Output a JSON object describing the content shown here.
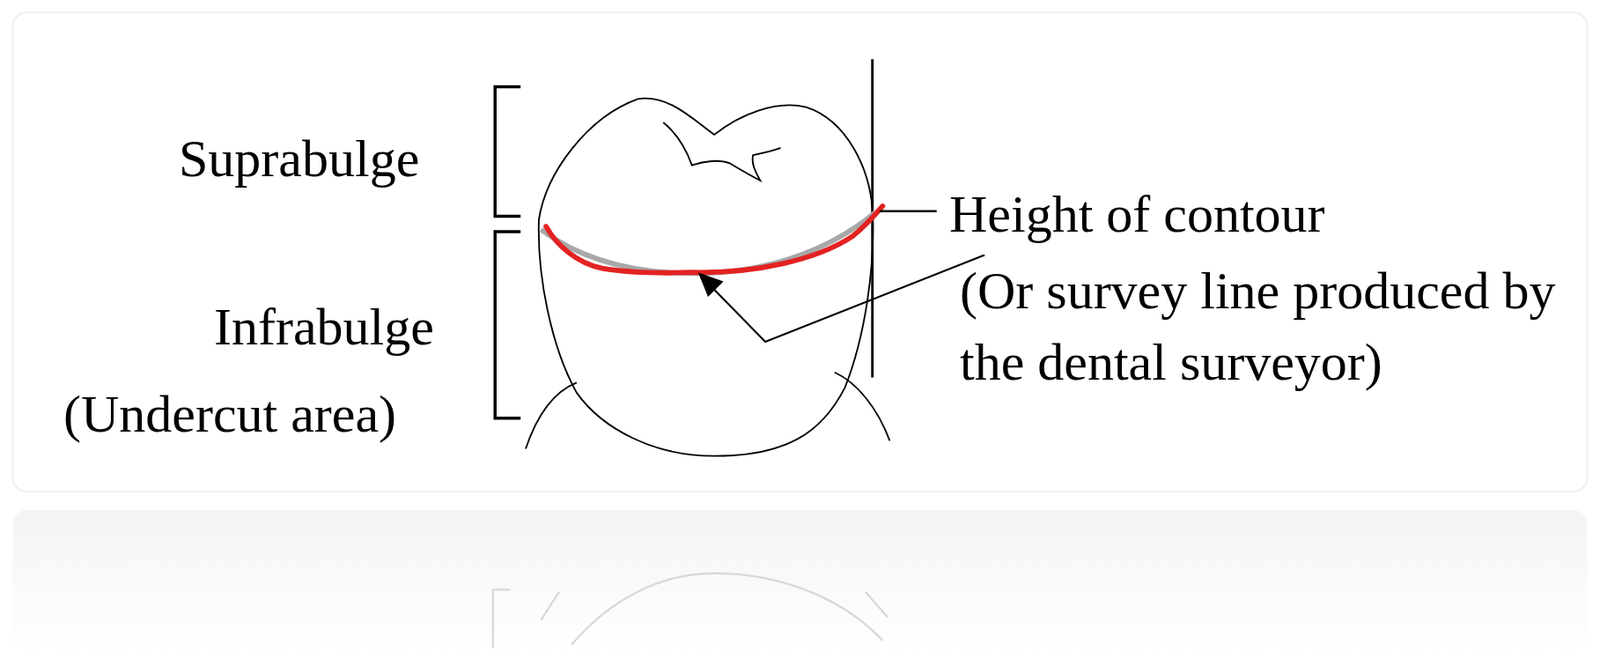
{
  "diagram": {
    "labels": [
      "Suprabulge",
      "Infrabulge",
      "(Undercut area)",
      "Height of contour",
      "(Or survey line produced by the dental surveyor)"
    ]
  }
}
